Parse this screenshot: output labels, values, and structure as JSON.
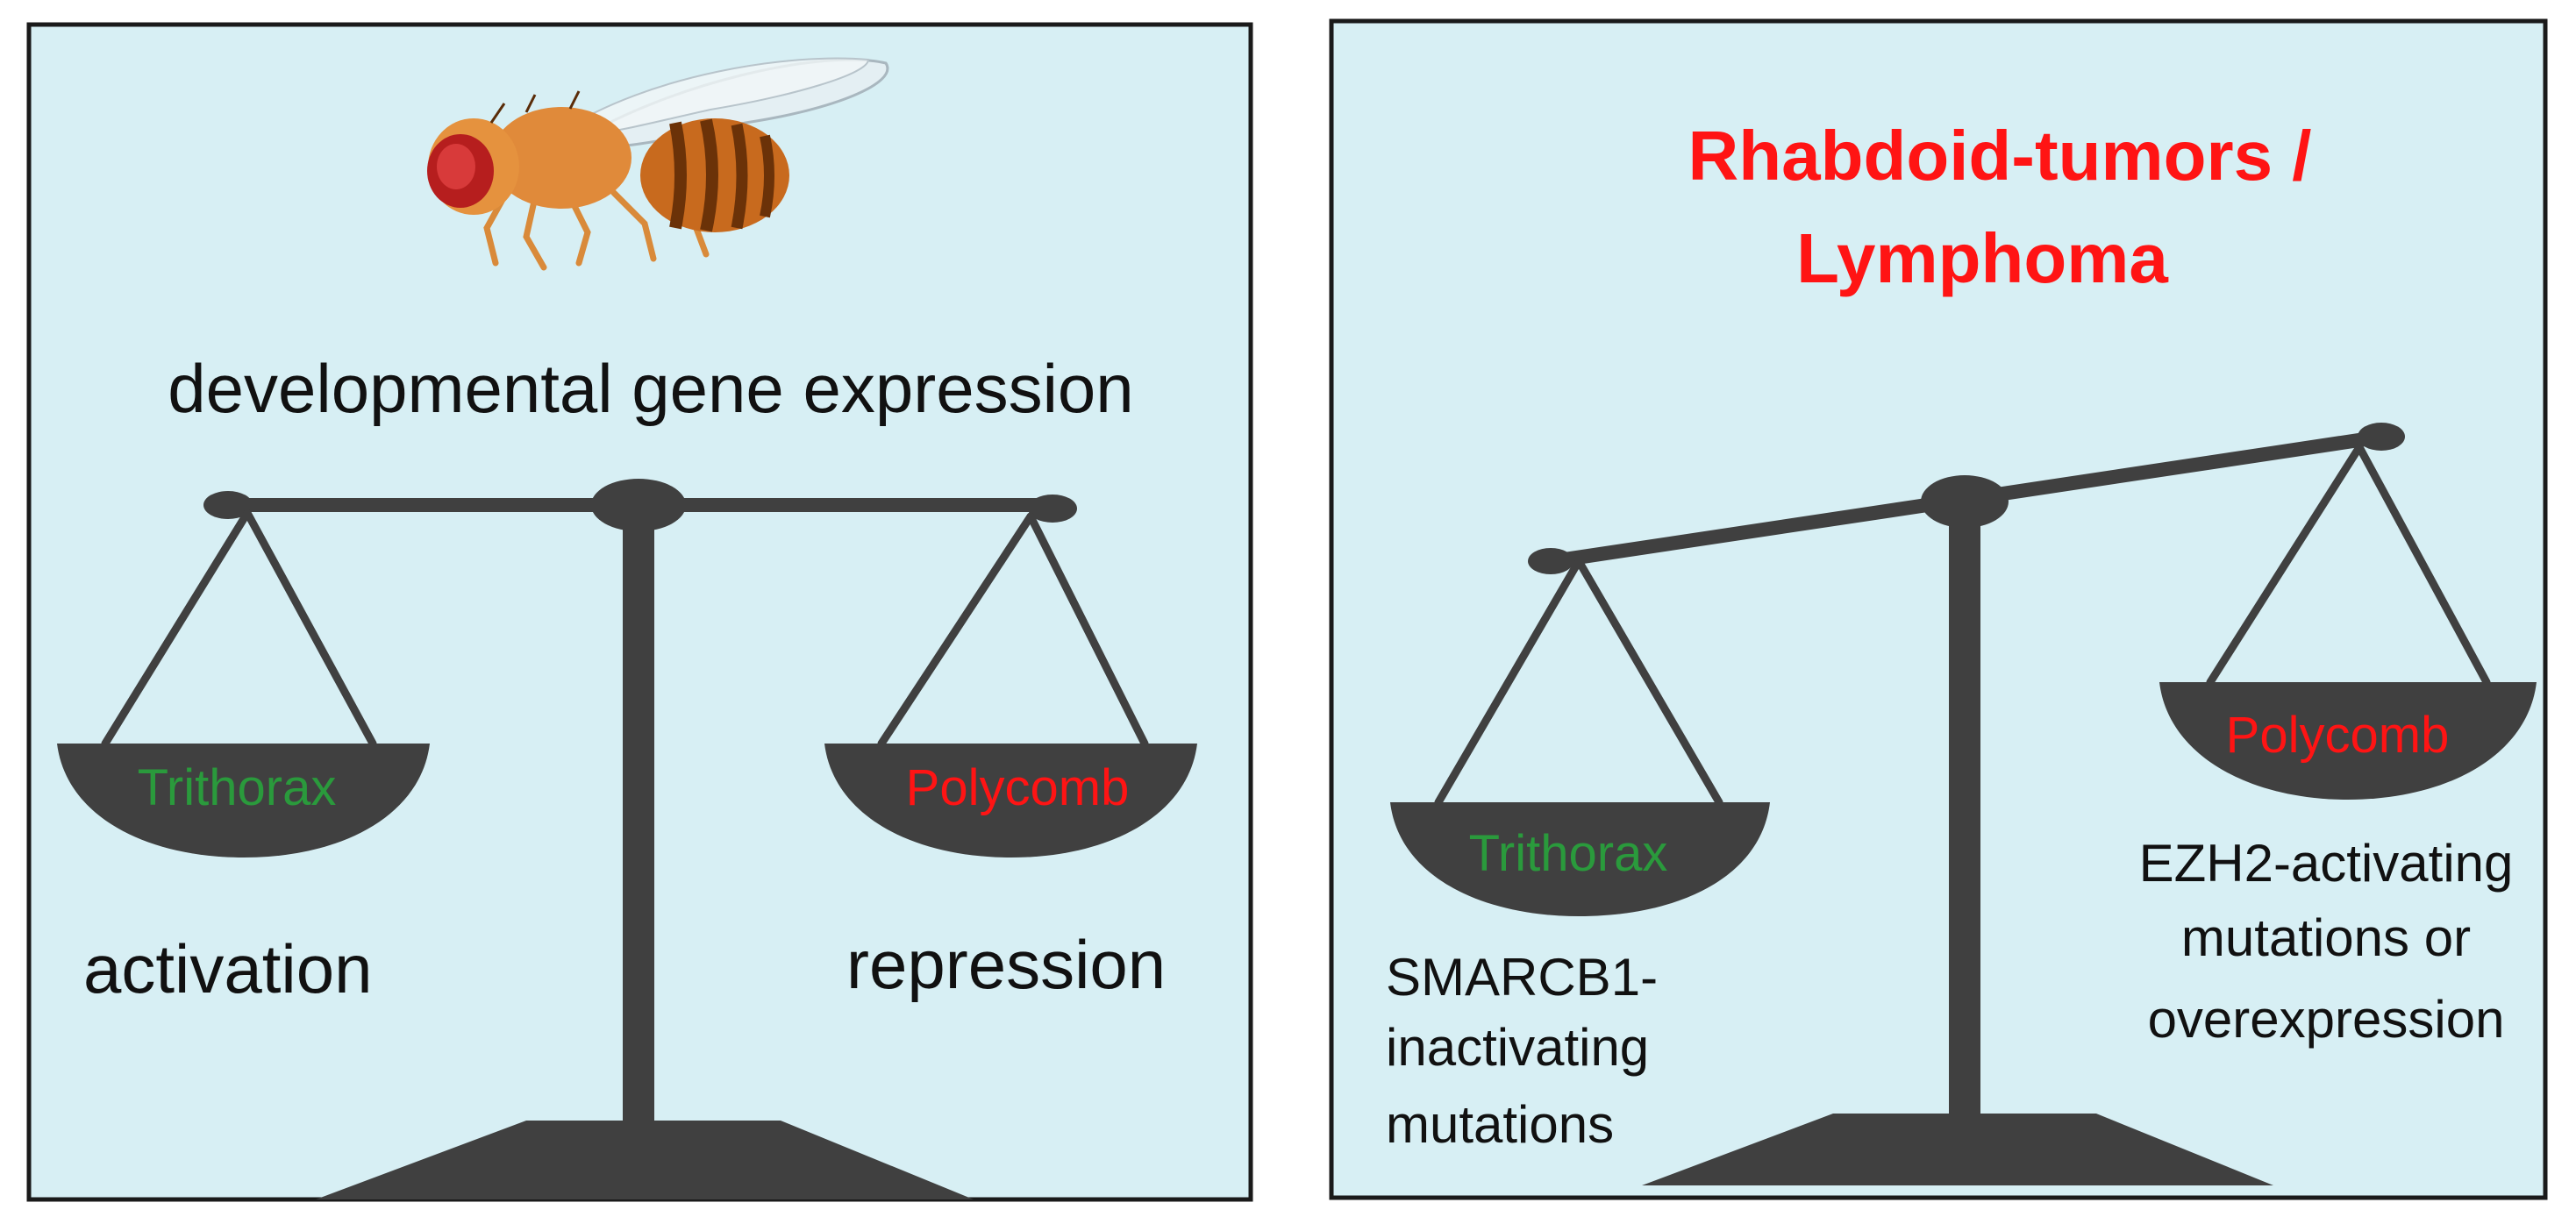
{
  "colors": {
    "panel_bg": "#d7eff4",
    "panel_border": "#1a1a1a",
    "scale": "#404040",
    "trithorax": "#2a9a3c",
    "polycomb": "#ff1414",
    "title_red": "#ff1414",
    "text": "#111111"
  },
  "left_panel": {
    "icon": "fruit-fly-icon",
    "heading": "developmental gene expression",
    "left_pan_label": "Trithorax",
    "right_pan_label": "Polycomb",
    "left_caption": "activation",
    "right_caption": "repression",
    "balance_state": "balanced"
  },
  "right_panel": {
    "title_line1": "Rhabdoid-tumors /",
    "title_line2": "Lymphoma",
    "left_pan_label": "Trithorax",
    "right_pan_label": "Polycomb",
    "left_caption_lines": [
      "SMARCB1-",
      "inactivating",
      "mutations"
    ],
    "right_caption_lines": [
      "EZH2-activating",
      "mutations or",
      "overexpression"
    ],
    "balance_state": "tipped toward Polycomb"
  }
}
